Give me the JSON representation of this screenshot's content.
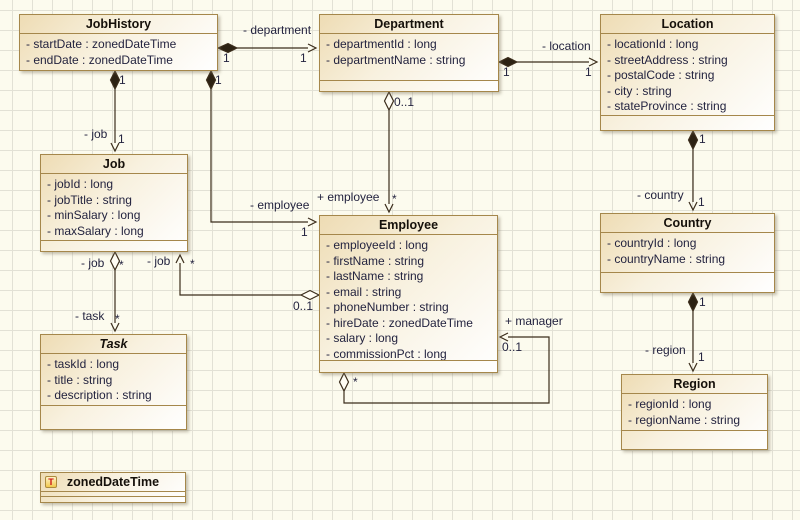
{
  "diagram": {
    "classes": [
      {
        "name": "JobHistory",
        "attributes": [
          "- startDate : zonedDateTime",
          "- endDate : zonedDateTime"
        ]
      },
      {
        "name": "Department",
        "attributes": [
          "- departmentId : long",
          "- departmentName : string"
        ]
      },
      {
        "name": "Location",
        "attributes": [
          "- locationId : long",
          "- streetAddress : string",
          "- postalCode : string",
          "- city : string",
          "- stateProvince : string"
        ]
      },
      {
        "name": "Job",
        "attributes": [
          "- jobId : long",
          "- jobTitle : string",
          "- minSalary : long",
          "- maxSalary : long"
        ]
      },
      {
        "name": "Employee",
        "attributes": [
          "- employeeId : long",
          "- firstName : string",
          "- lastName : string",
          "- email : string",
          "- phoneNumber : string",
          "- hireDate : zonedDateTime",
          "- salary : long",
          "- commissionPct : long"
        ]
      },
      {
        "name": "Country",
        "attributes": [
          "- countryId : long",
          "- countryName : string"
        ]
      },
      {
        "name": "Task",
        "attributes": [
          "- taskId : long",
          "- title : string",
          "- description : string"
        ]
      },
      {
        "name": "Region",
        "attributes": [
          "- regionId : long",
          "- regionName : string"
        ]
      },
      {
        "name": "zonedDateTime",
        "icon_letter": "T",
        "attributes": []
      }
    ],
    "edges": {
      "jobhistory_department": {
        "role": "- department",
        "src_mult": "1",
        "dst_mult": "1"
      },
      "department_location": {
        "role": "- location",
        "src_mult": "1",
        "dst_mult": "1"
      },
      "location_country": {
        "role": "- country",
        "src_mult": "1",
        "dst_mult": "1"
      },
      "country_region": {
        "role": "- region",
        "src_mult": "1",
        "dst_mult": "1"
      },
      "jobhistory_job": {
        "role": "- job",
        "src_mult": "1",
        "dst_mult": "1"
      },
      "jobhistory_employee": {
        "role": "- employee",
        "src_mult": "1",
        "dst_mult": "1"
      },
      "department_employee": {
        "role": "+ employee",
        "src_mult": "0..1",
        "dst_mult": "*"
      },
      "employee_job": {
        "role": "- job",
        "src_mult": "0..1",
        "dst_mult": "*"
      },
      "job_task": {
        "src_role": "- job",
        "src_mult": "*",
        "dst_role": "- task",
        "dst_mult": "*"
      },
      "employee_manager": {
        "role": "+ manager",
        "src_mult": "*",
        "dst_mult": "0..1"
      }
    },
    "colors": {
      "canvas_bg": "#fcfbee",
      "grid_line": "#e2e1d5",
      "box_border": "#a5874b",
      "box_fill": "#eedcb4",
      "edge_line": "#3b2d1b",
      "attr_text": "#23233f",
      "type_icon_letter": "#cc1111"
    }
  }
}
